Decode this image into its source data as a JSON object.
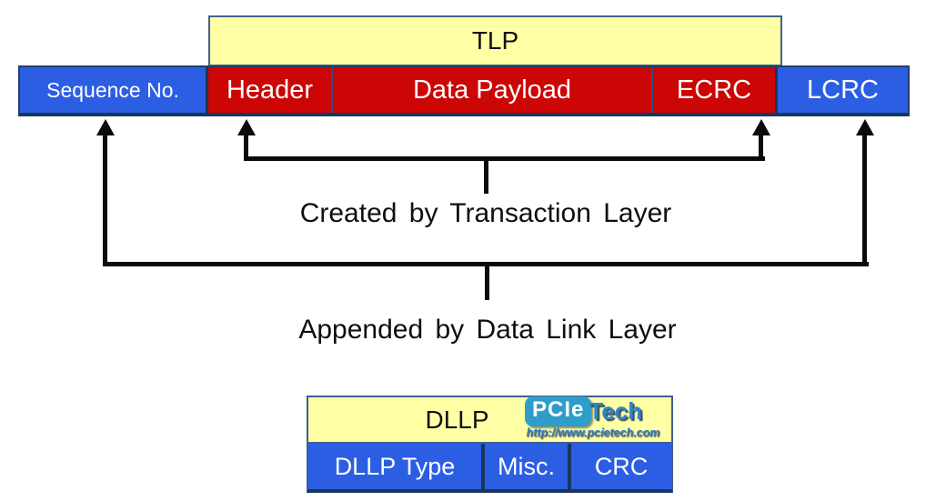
{
  "tlp": {
    "label": "TLP"
  },
  "packet_row": {
    "cells": [
      {
        "label": "Sequence No.",
        "color": "#2C5EE4"
      },
      {
        "label": "Header",
        "color": "#CC0505"
      },
      {
        "label": "Data Payload",
        "color": "#CC0505"
      },
      {
        "label": "ECRC",
        "color": "#CC0505"
      },
      {
        "label": "LCRC",
        "color": "#2C5EE4"
      }
    ]
  },
  "annotations": {
    "created_by": "Created by Transaction Layer",
    "appended_by": "Appended by Data Link Layer"
  },
  "dllp": {
    "title": "DLLP",
    "cells": [
      "DLLP Type",
      "Misc.",
      "CRC"
    ]
  },
  "logo": {
    "badge": "PCIe",
    "suffix": "Tech",
    "url": "http://www.pcietech.com"
  },
  "colors": {
    "blue_cell": "#2C5EE4",
    "red_cell": "#CC0505",
    "yellow_box": "#FFFFA6",
    "border_navy": "#17375E",
    "border_slate": "#3E5E94",
    "arrow_black": "#0B0B0B",
    "logo_badge_bg": "#2E9EC9",
    "logo_text": "#2E86C4"
  }
}
